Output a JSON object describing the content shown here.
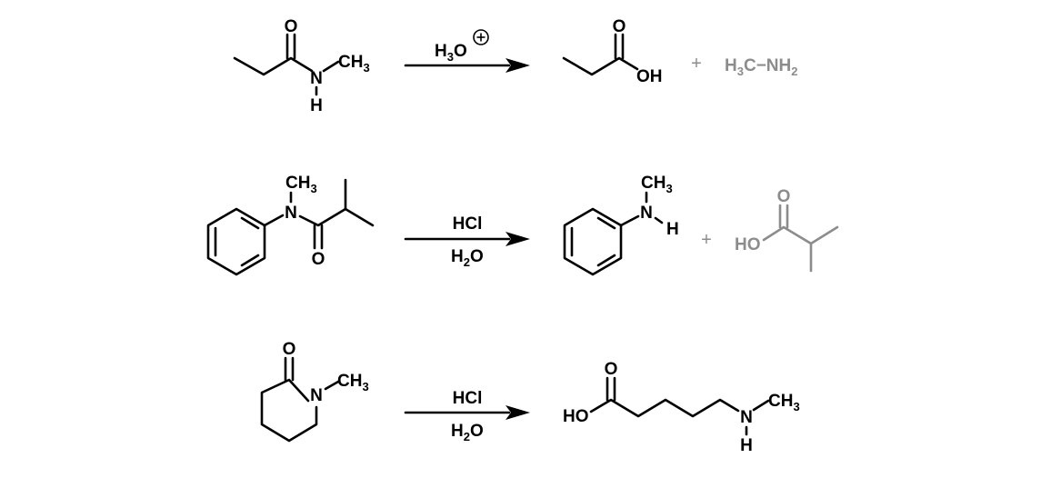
{
  "reactions": [
    {
      "reagent_top": "H",
      "reagent_top_sub": "3",
      "reagent_top_rest": "O",
      "reagent_top_charge": "+",
      "reagent_bottom": "",
      "byproduct": {
        "left": "H",
        "left_sub": "3",
        "mid": "C−NH",
        "right_sub": "2"
      }
    },
    {
      "reagent_top": "HCl",
      "reagent_bottom_main": "H",
      "reagent_bottom_sub": "2",
      "reagent_bottom_rest": "O",
      "byproduct_label": "HO"
    },
    {
      "reagent_top": "HCl",
      "reagent_bottom_main": "H",
      "reagent_bottom_sub": "2",
      "reagent_bottom_rest": "O"
    }
  ],
  "atoms": {
    "O": "O",
    "N": "N",
    "H": "H",
    "OH": "OH",
    "HO": "HO",
    "C": "CH",
    "methyl_sub": "3"
  },
  "plus_sign": "+",
  "colors": {
    "main": "#000000",
    "byproduct": "#8c8c8c"
  }
}
